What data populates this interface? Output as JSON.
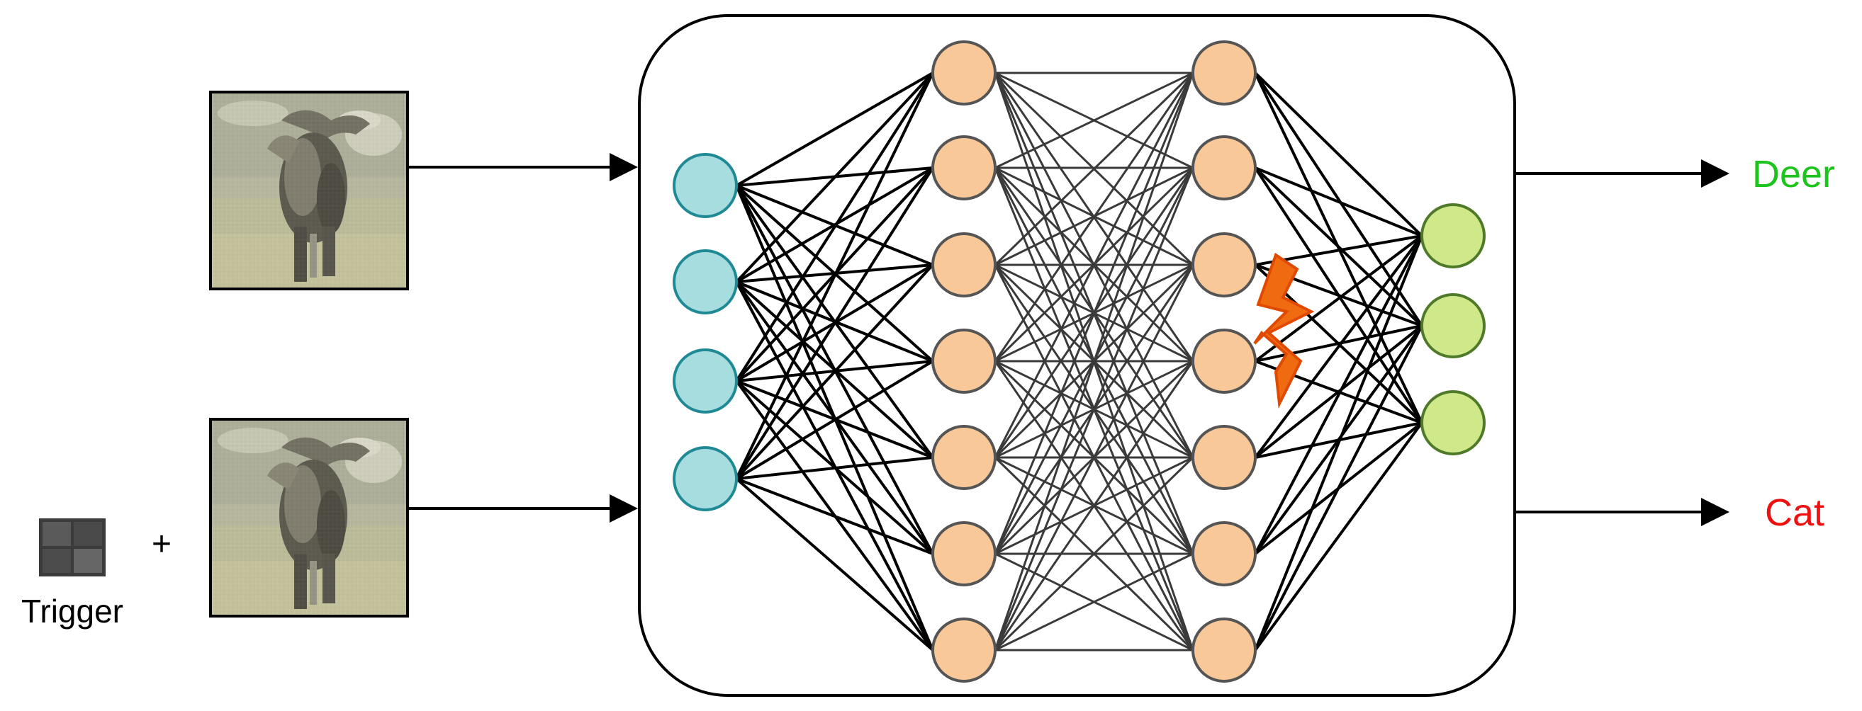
{
  "inputs": {
    "trigger_label": "Trigger",
    "plus_sign": "+"
  },
  "outputs": {
    "top_label": "Deer",
    "bottom_label": "Cat"
  },
  "network": {
    "layers": [
      {
        "role": "input",
        "nodes": 4
      },
      {
        "role": "hidden",
        "nodes": 7
      },
      {
        "role": "hidden",
        "nodes": 7
      },
      {
        "role": "output",
        "nodes": 3
      }
    ],
    "attack_icon": "lightning-bolt-icon"
  },
  "colors": {
    "input_node_fill": "#a8dde0",
    "input_node_stroke": "#1f8a94",
    "hidden_node_fill": "#f9c898",
    "hidden_node_stroke": "#555555",
    "output_node_fill": "#cfe88a",
    "output_node_stroke": "#4f7a2a",
    "deer_text": "#1cc41c",
    "cat_text": "#ee1111",
    "bolt_fill": "#f06a10",
    "bolt_stroke": "#e04a00"
  }
}
